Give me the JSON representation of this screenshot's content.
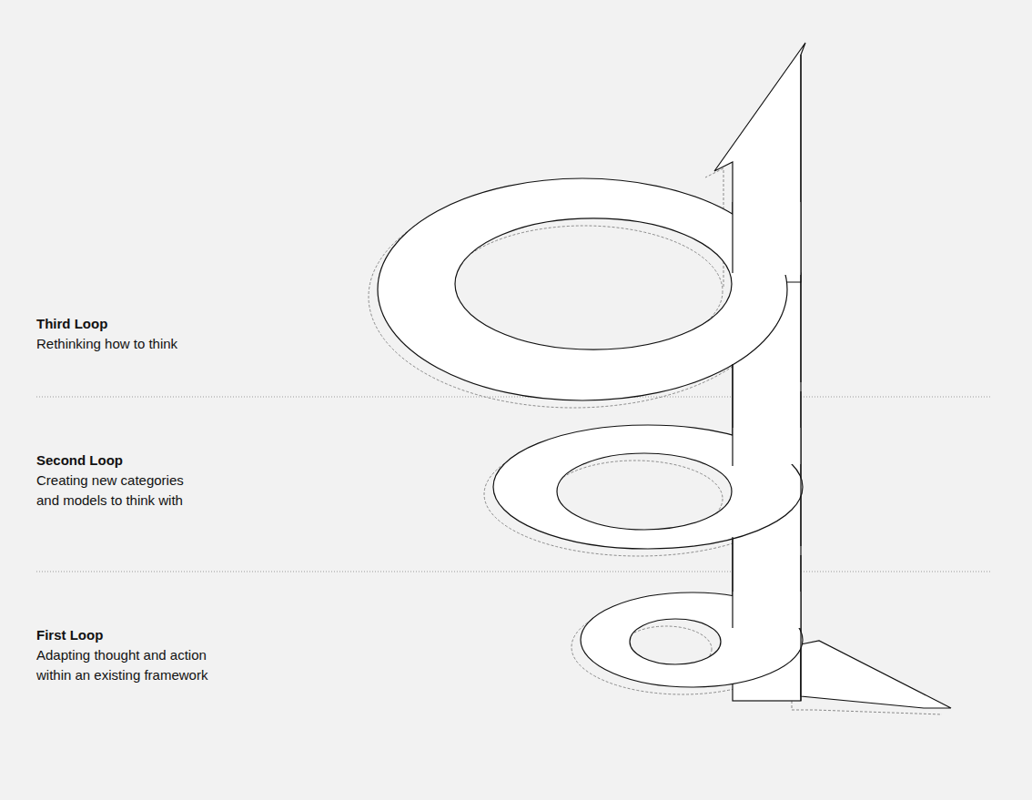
{
  "diagram": {
    "labels": [
      "Third Loop",
      "Rethinking how to think",
      "Second Loop",
      "Creating new categories and models to think with",
      "First Loop",
      "Adapting thought and action within an existing framework"
    ]
  }
}
